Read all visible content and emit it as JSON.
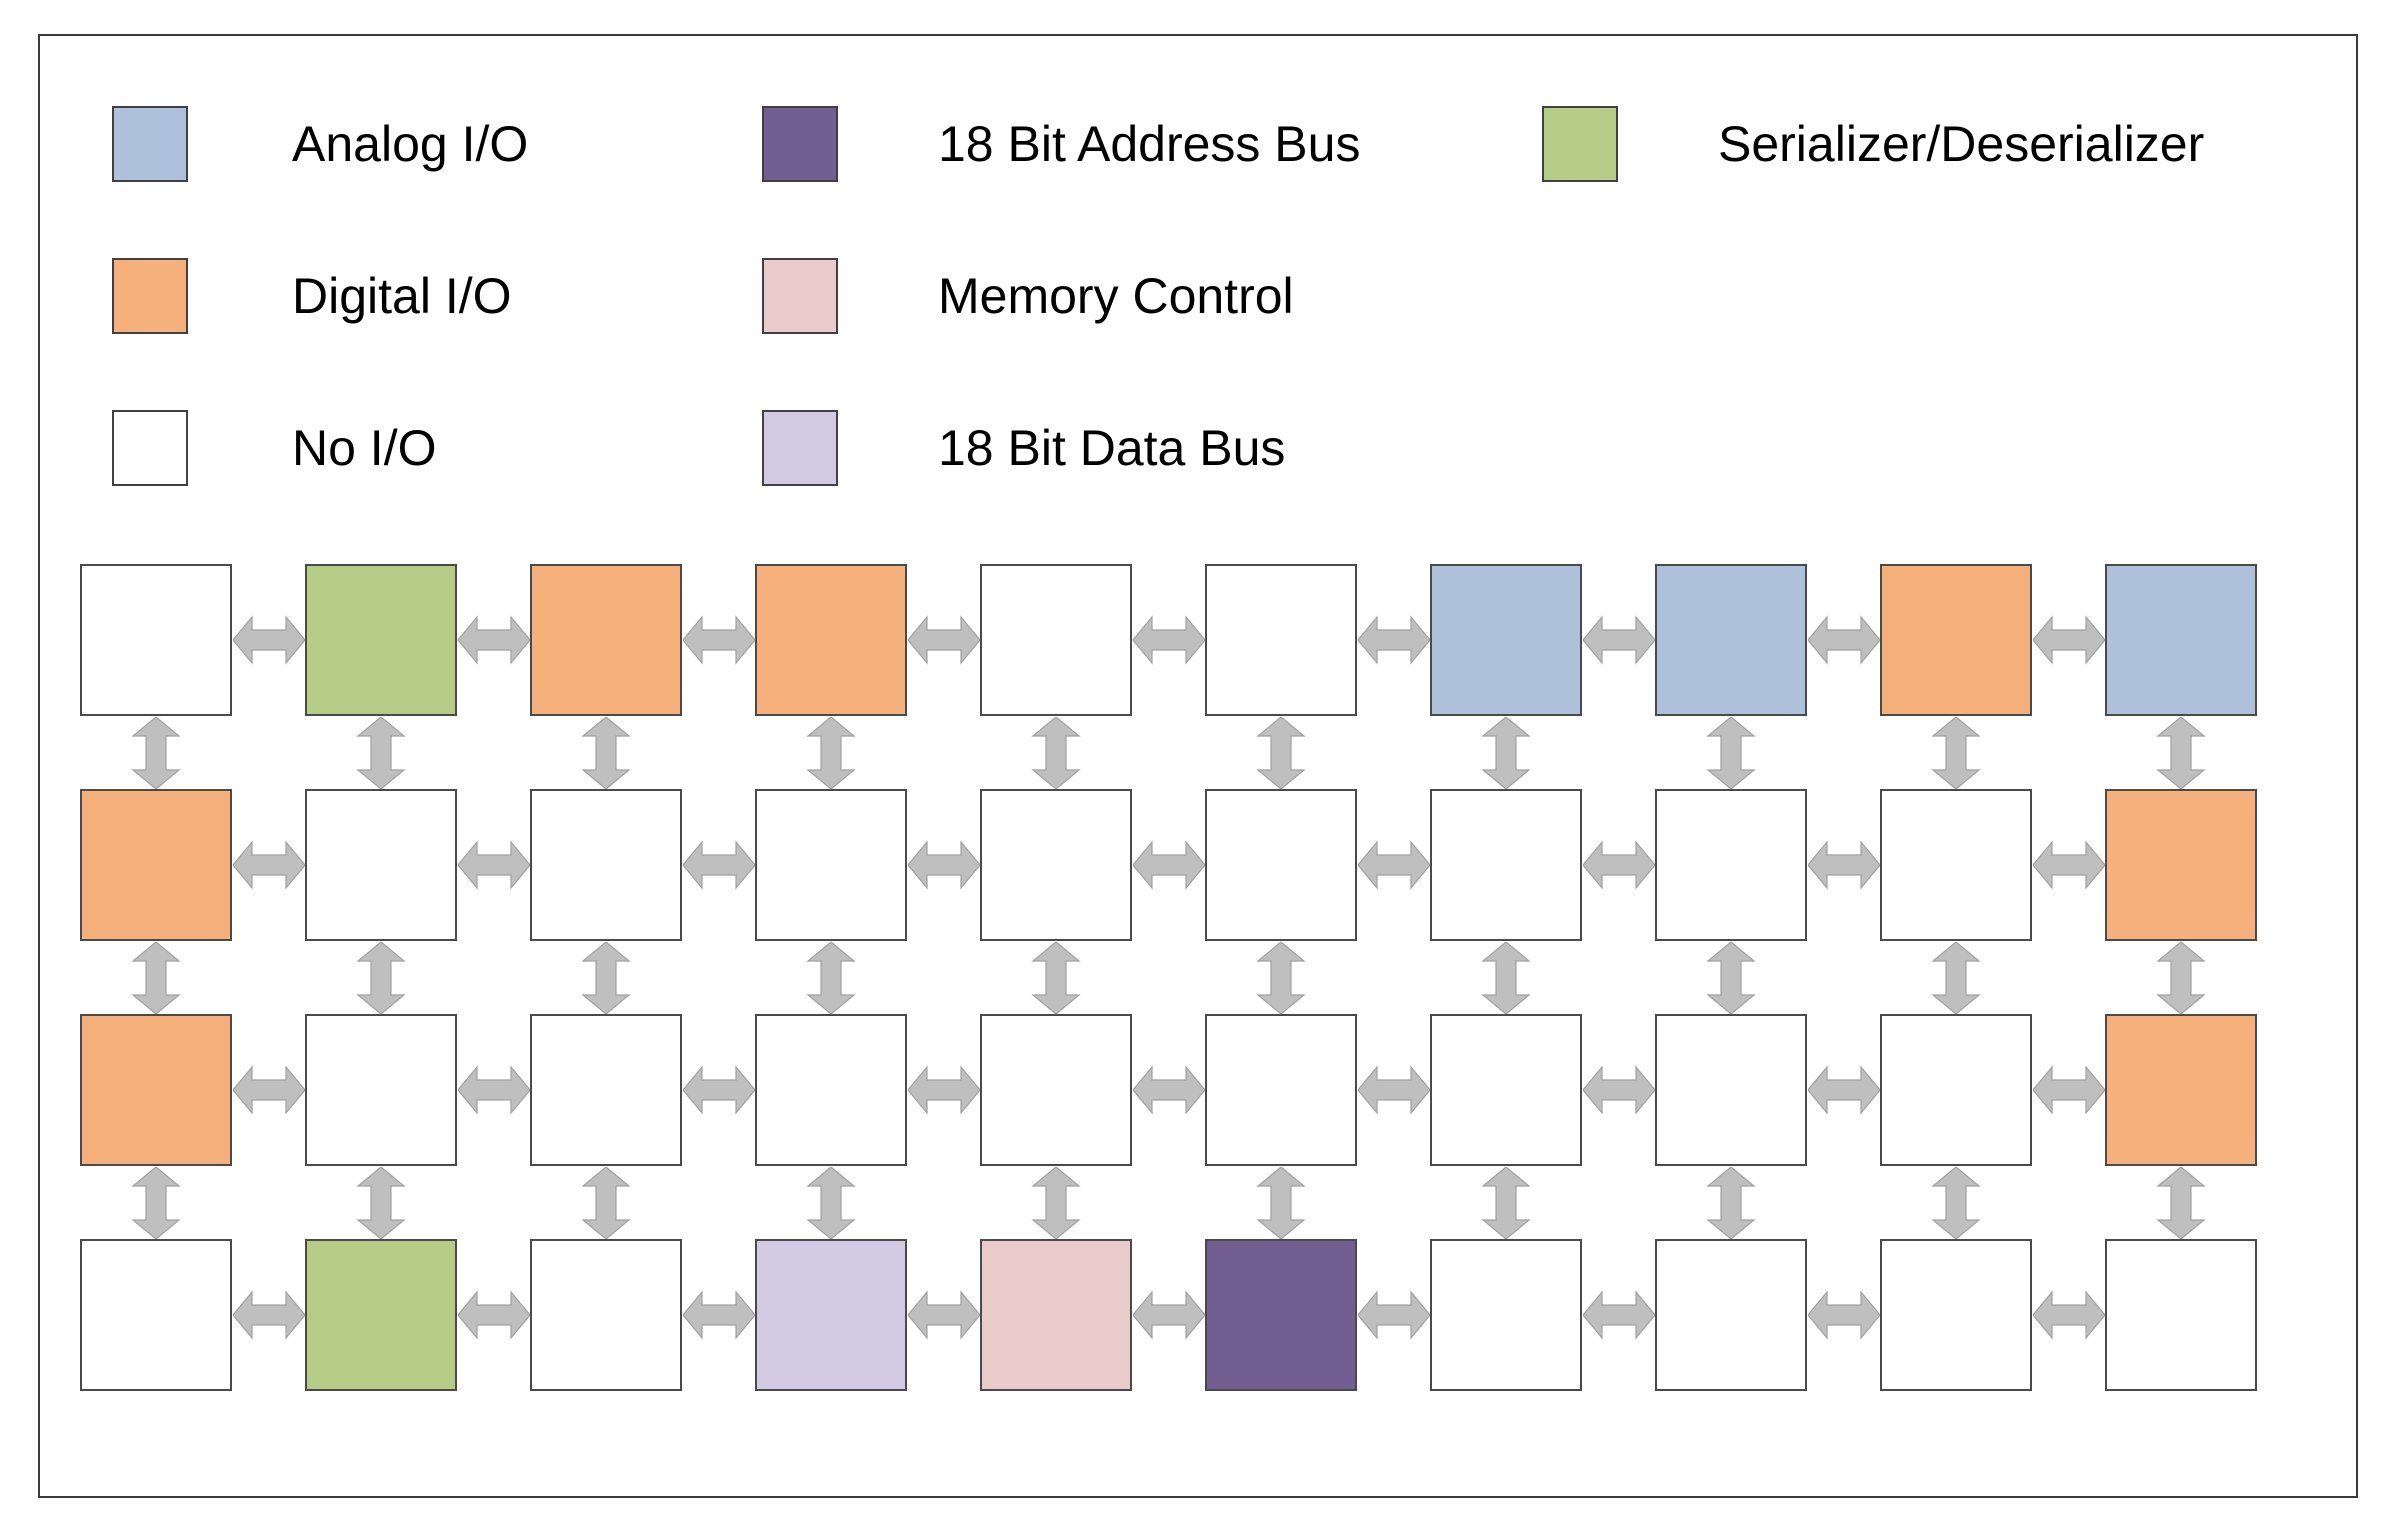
{
  "legend": {
    "items": [
      {
        "label": "Analog I/O",
        "color": "#aec1da",
        "row": 0,
        "col": 0,
        "key": "analog_io"
      },
      {
        "label": "Digital I/O",
        "color": "#f6b07c",
        "row": 1,
        "col": 0,
        "key": "digital_io"
      },
      {
        "label": "No I/O",
        "color": "#ffffff",
        "row": 2,
        "col": 0,
        "key": "no_io"
      },
      {
        "label": "18 Bit Address Bus",
        "color": "#735e92",
        "row": 0,
        "col": 1,
        "key": "address_bus"
      },
      {
        "label": "Memory Control",
        "color": "#e9ccc9",
        "row": 1,
        "col": 1,
        "key": "memory_control"
      },
      {
        "label": "18 Bit Data Bus",
        "color": "#d2c9e2",
        "row": 2,
        "col": 1,
        "key": "data_bus"
      },
      {
        "label": "Serializer/Deserializer",
        "color": "#b4cc86",
        "row": 0,
        "col": 2,
        "key": "serdes"
      }
    ]
  },
  "colors": {
    "analog_io": "#aec1da",
    "digital_io": "#f6b07c",
    "no_io": "#ffffff",
    "address_bus": "#735e92",
    "memory_control": "#e9ccc9",
    "data_bus": "#d2c9e2",
    "serdes": "#b4cc86",
    "arrow": "#bfbfbf",
    "arrow_stroke": "#a0a0a0",
    "block_border": "#4a4a4a",
    "frame_border": "#3a3a3a"
  },
  "grid": {
    "rows": 4,
    "cols": 10,
    "cells": [
      [
        "no_io",
        "serdes",
        "digital_io",
        "digital_io",
        "no_io",
        "no_io",
        "analog_io",
        "analog_io",
        "digital_io",
        "analog_io"
      ],
      [
        "digital_io",
        "no_io",
        "no_io",
        "no_io",
        "no_io",
        "no_io",
        "no_io",
        "no_io",
        "no_io",
        "digital_io"
      ],
      [
        "digital_io",
        "no_io",
        "no_io",
        "no_io",
        "no_io",
        "no_io",
        "no_io",
        "no_io",
        "no_io",
        "digital_io"
      ],
      [
        "no_io",
        "serdes",
        "no_io",
        "data_bus",
        "memory_control",
        "address_bus",
        "no_io",
        "no_io",
        "no_io",
        "no_io"
      ]
    ]
  }
}
